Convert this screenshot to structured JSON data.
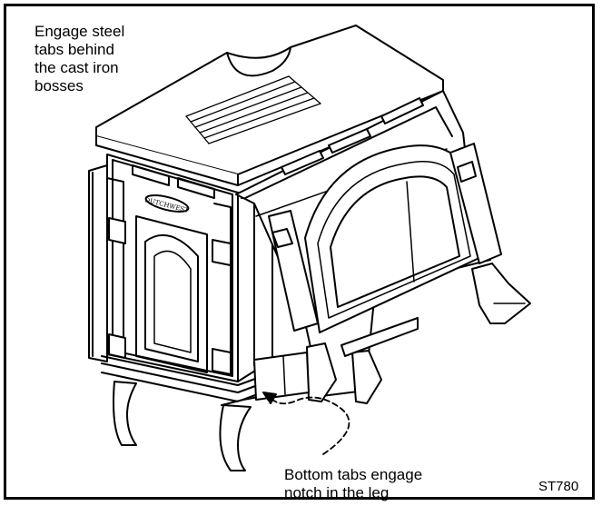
{
  "callouts": {
    "top": [
      "Engage steel",
      "tabs behind",
      "the cast iron",
      "bosses"
    ],
    "bottom": [
      "Bottom tabs engage",
      "notch in the leg"
    ]
  },
  "figure_code": "ST780",
  "logo_text": "DUTCHWEST",
  "colors": {
    "ink": "#000000",
    "paper": "#ffffff"
  }
}
